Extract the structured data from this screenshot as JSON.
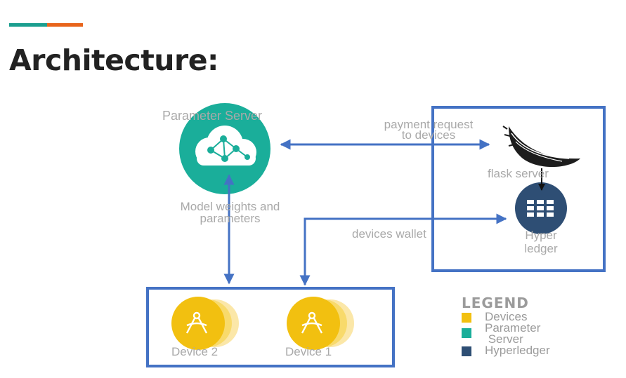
{
  "title": "Architecture:",
  "colors": {
    "accent_teal": "#1b9e8f",
    "accent_orange": "#e8641b",
    "border_blue": "#4472c4",
    "devices": "#f2c010",
    "parameter_server": "#1aae9a",
    "hyperledger": "#2e4e74"
  },
  "nodes": {
    "parameter_server": {
      "label": "Parameter Server",
      "icon": "cloud-network-icon"
    },
    "flask_server": {
      "label": "flask server",
      "icon": "flask-horn-icon"
    },
    "hyperledger": {
      "label_line1": "Hyper",
      "label_line2": "ledger",
      "icon": "ledger-grid-icon"
    },
    "device_2": {
      "label": "Device 2",
      "icon": "compass-icon"
    },
    "device_1": {
      "label": "Device 1",
      "icon": "compass-icon"
    }
  },
  "edges": {
    "payment": {
      "line1": "payment request",
      "line2": "to devices"
    },
    "model_weights": {
      "line1": "Model weights and",
      "line2": "parameters"
    },
    "devices_wallet": {
      "label": "devices wallet"
    }
  },
  "legend": {
    "title": "LEGEND",
    "items": [
      {
        "label": "Devices",
        "color": "#f2c010"
      },
      {
        "label": "Parameter\n Server",
        "color": "#1aae9a"
      },
      {
        "label": "Hyperledger",
        "color": "#2e4e74"
      }
    ]
  }
}
